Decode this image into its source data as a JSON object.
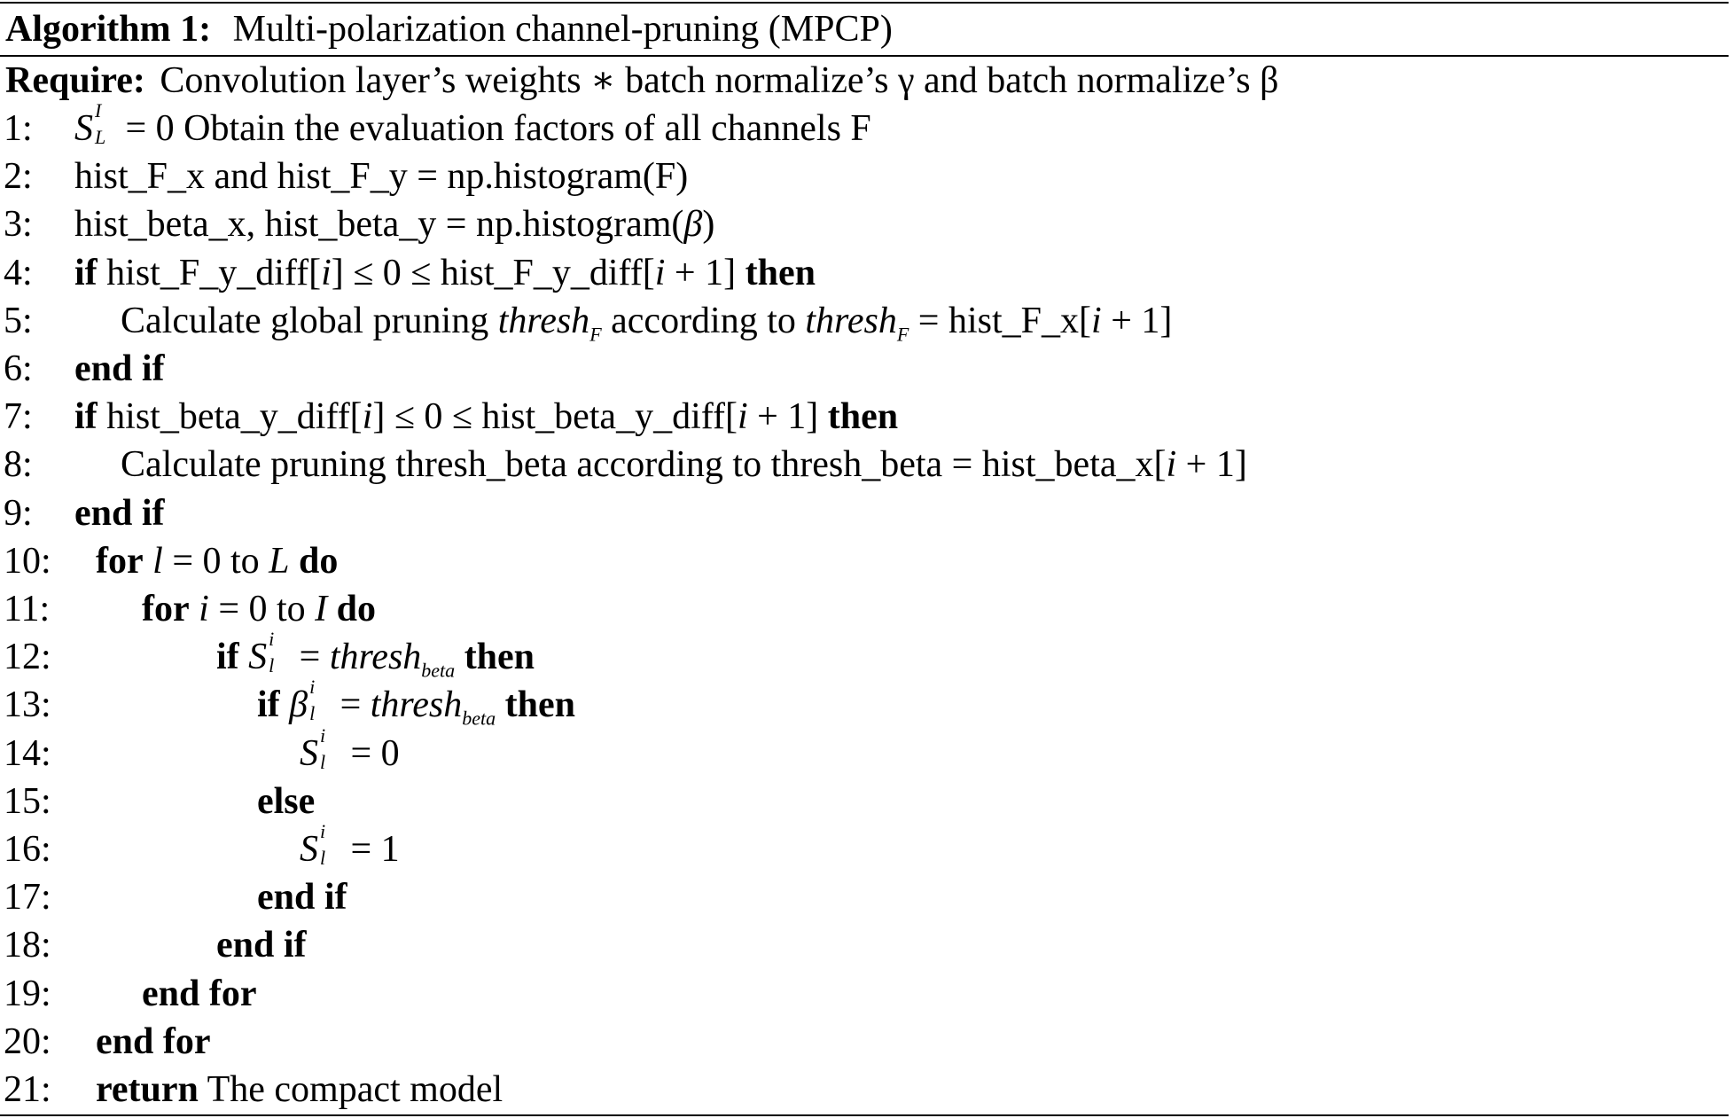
{
  "algorithm": {
    "label": "Algorithm 1:",
    "title": "Multi-polarization channel-pruning (MPCP)",
    "require_keyword": "Require:",
    "require_text": "Convolution layer’s weights ∗ batch normalize’s γ and batch normalize’s β",
    "lines": [
      {
        "num": "1:",
        "indent": 84,
        "parts": [
          {
            "t": "S",
            "i": true,
            "sup": "I",
            "sub": "L"
          },
          {
            "t": " = 0 Obtain the evaluation factors of all channels F"
          }
        ]
      },
      {
        "num": "2:",
        "indent": 84,
        "parts": [
          {
            "t": "hist_F_x and hist_F_y = np.histogram(F)"
          }
        ]
      },
      {
        "num": "3:",
        "indent": 84,
        "parts": [
          {
            "t": "hist_beta_x, hist_beta_y = np.histogram("
          },
          {
            "t": "β",
            "i": true
          },
          {
            "t": ")"
          }
        ]
      },
      {
        "num": "4:",
        "indent": 84,
        "parts": [
          {
            "t": "if",
            "b": true
          },
          {
            "t": " hist_F_y_diff["
          },
          {
            "t": "i",
            "i": true
          },
          {
            "t": "] ≤ 0 ≤ hist_F_y_diff["
          },
          {
            "t": "i",
            "i": true
          },
          {
            "t": " + 1] "
          },
          {
            "t": "then",
            "b": true
          }
        ]
      },
      {
        "num": "5:",
        "indent": 136,
        "parts": [
          {
            "t": "Calculate global pruning "
          },
          {
            "t": "thresh",
            "i": true,
            "sub": "F"
          },
          {
            "t": " according to "
          },
          {
            "t": "thresh",
            "i": true,
            "sub": "F"
          },
          {
            "t": " = hist_F_x["
          },
          {
            "t": "i",
            "i": true
          },
          {
            "t": " + 1]"
          }
        ]
      },
      {
        "num": "6:",
        "indent": 84,
        "parts": [
          {
            "t": "end if",
            "b": true
          }
        ]
      },
      {
        "num": "7:",
        "indent": 84,
        "parts": [
          {
            "t": "if",
            "b": true
          },
          {
            "t": " hist_beta_y_diff["
          },
          {
            "t": "i",
            "i": true
          },
          {
            "t": "] ≤ 0 ≤ hist_beta_y_diff["
          },
          {
            "t": "i",
            "i": true
          },
          {
            "t": " + 1] "
          },
          {
            "t": "then",
            "b": true
          }
        ]
      },
      {
        "num": "8:",
        "indent": 136,
        "parts": [
          {
            "t": "Calculate pruning thresh_beta according to thresh_beta = hist_beta_x["
          },
          {
            "t": "i",
            "i": true
          },
          {
            "t": " + 1]"
          }
        ]
      },
      {
        "num": "9:",
        "indent": 84,
        "parts": [
          {
            "t": "end if",
            "b": true
          }
        ]
      },
      {
        "num": "10:",
        "indent": 108,
        "parts": [
          {
            "t": "for",
            "b": true
          },
          {
            "t": " "
          },
          {
            "t": "l",
            "i": true
          },
          {
            "t": " = 0 to "
          },
          {
            "t": "L",
            "i": true
          },
          {
            "t": " "
          },
          {
            "t": "do",
            "b": true
          }
        ]
      },
      {
        "num": "11:",
        "indent": 160,
        "parts": [
          {
            "t": "for",
            "b": true
          },
          {
            "t": " "
          },
          {
            "t": "i",
            "i": true
          },
          {
            "t": " = 0 to "
          },
          {
            "t": "I",
            "i": true
          },
          {
            "t": " "
          },
          {
            "t": "do",
            "b": true
          }
        ]
      },
      {
        "num": "12:",
        "indent": 244,
        "parts": [
          {
            "t": "if",
            "b": true
          },
          {
            "t": " "
          },
          {
            "t": "S",
            "i": true,
            "sup": "i",
            "sub": "l"
          },
          {
            "t": " = "
          },
          {
            "t": "thresh",
            "i": true,
            "sub": "beta"
          },
          {
            "t": " "
          },
          {
            "t": "then",
            "b": true
          }
        ]
      },
      {
        "num": "13:",
        "indent": 290,
        "parts": [
          {
            "t": "if",
            "b": true
          },
          {
            "t": " "
          },
          {
            "t": "β",
            "i": true,
            "sup": "i",
            "sub": "l"
          },
          {
            "t": " = "
          },
          {
            "t": "thresh",
            "i": true,
            "sub": "beta"
          },
          {
            "t": " "
          },
          {
            "t": "then",
            "b": true
          }
        ]
      },
      {
        "num": "14:",
        "indent": 338,
        "parts": [
          {
            "t": "S",
            "i": true,
            "sup": "i",
            "sub": "l"
          },
          {
            "t": " = 0"
          }
        ]
      },
      {
        "num": "15:",
        "indent": 290,
        "parts": [
          {
            "t": "else",
            "b": true
          }
        ]
      },
      {
        "num": "16:",
        "indent": 338,
        "parts": [
          {
            "t": "S",
            "i": true,
            "sup": "i",
            "sub": "l"
          },
          {
            "t": " = 1"
          }
        ]
      },
      {
        "num": "17:",
        "indent": 290,
        "parts": [
          {
            "t": "end if",
            "b": true
          }
        ]
      },
      {
        "num": "18:",
        "indent": 244,
        "parts": [
          {
            "t": "end if",
            "b": true
          }
        ]
      },
      {
        "num": "19:",
        "indent": 160,
        "parts": [
          {
            "t": "end for",
            "b": true
          }
        ]
      },
      {
        "num": "20:",
        "indent": 108,
        "parts": [
          {
            "t": "end for",
            "b": true
          }
        ]
      },
      {
        "num": "21:",
        "indent": 108,
        "parts": [
          {
            "t": "return",
            "b": true
          },
          {
            "t": " The compact model"
          }
        ]
      }
    ]
  }
}
